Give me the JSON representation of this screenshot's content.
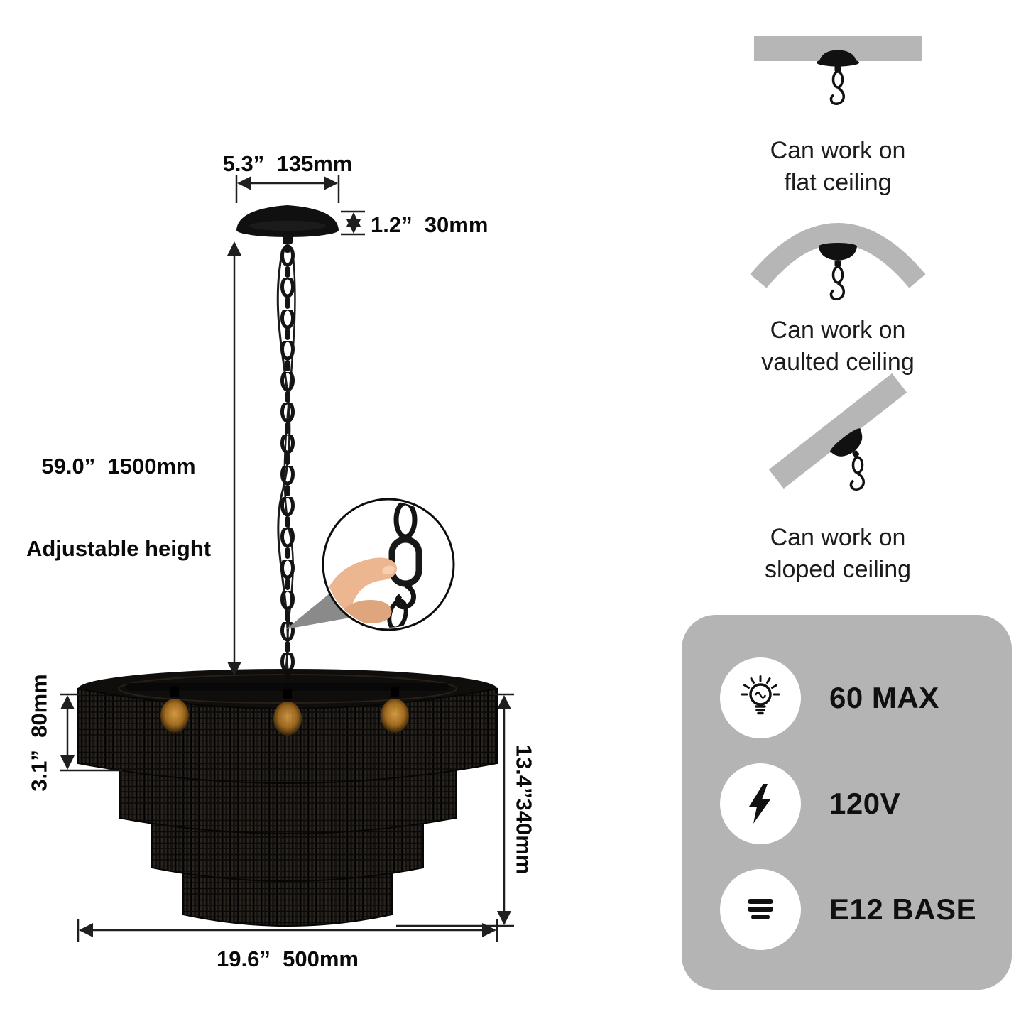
{
  "dimension_diagram": {
    "canopy_width": "5.3”  135mm",
    "canopy_height": "1.2”  30mm",
    "adjustable_height_value": "59.0”  1500mm",
    "adjustable_height_caption": "Adjustable height",
    "top_tier_height": "3.1”  80mm",
    "shade_height": "13.4”340mm",
    "shade_diameter": "19.6”  500mm"
  },
  "ceiling_options": [
    {
      "line1": "Can work on",
      "line2": "flat ceiling"
    },
    {
      "line1": "Can work on",
      "line2": "vaulted ceiling"
    },
    {
      "line1": "Can work on",
      "line2": "sloped ceiling"
    }
  ],
  "specs": [
    {
      "icon": "bulb-icon",
      "label": "60 MAX"
    },
    {
      "icon": "voltage-icon",
      "label": "120V"
    },
    {
      "icon": "e12-base-icon",
      "label": "E12 BASE"
    }
  ],
  "colors": {
    "background": "#ffffff",
    "fixture_black": "#121212",
    "ceiling_gray": "#b6b6b6",
    "panel_gray": "#b4b4b4",
    "bulb_glow": "#e8a33c",
    "dimension_line": "#1f1f1f"
  }
}
